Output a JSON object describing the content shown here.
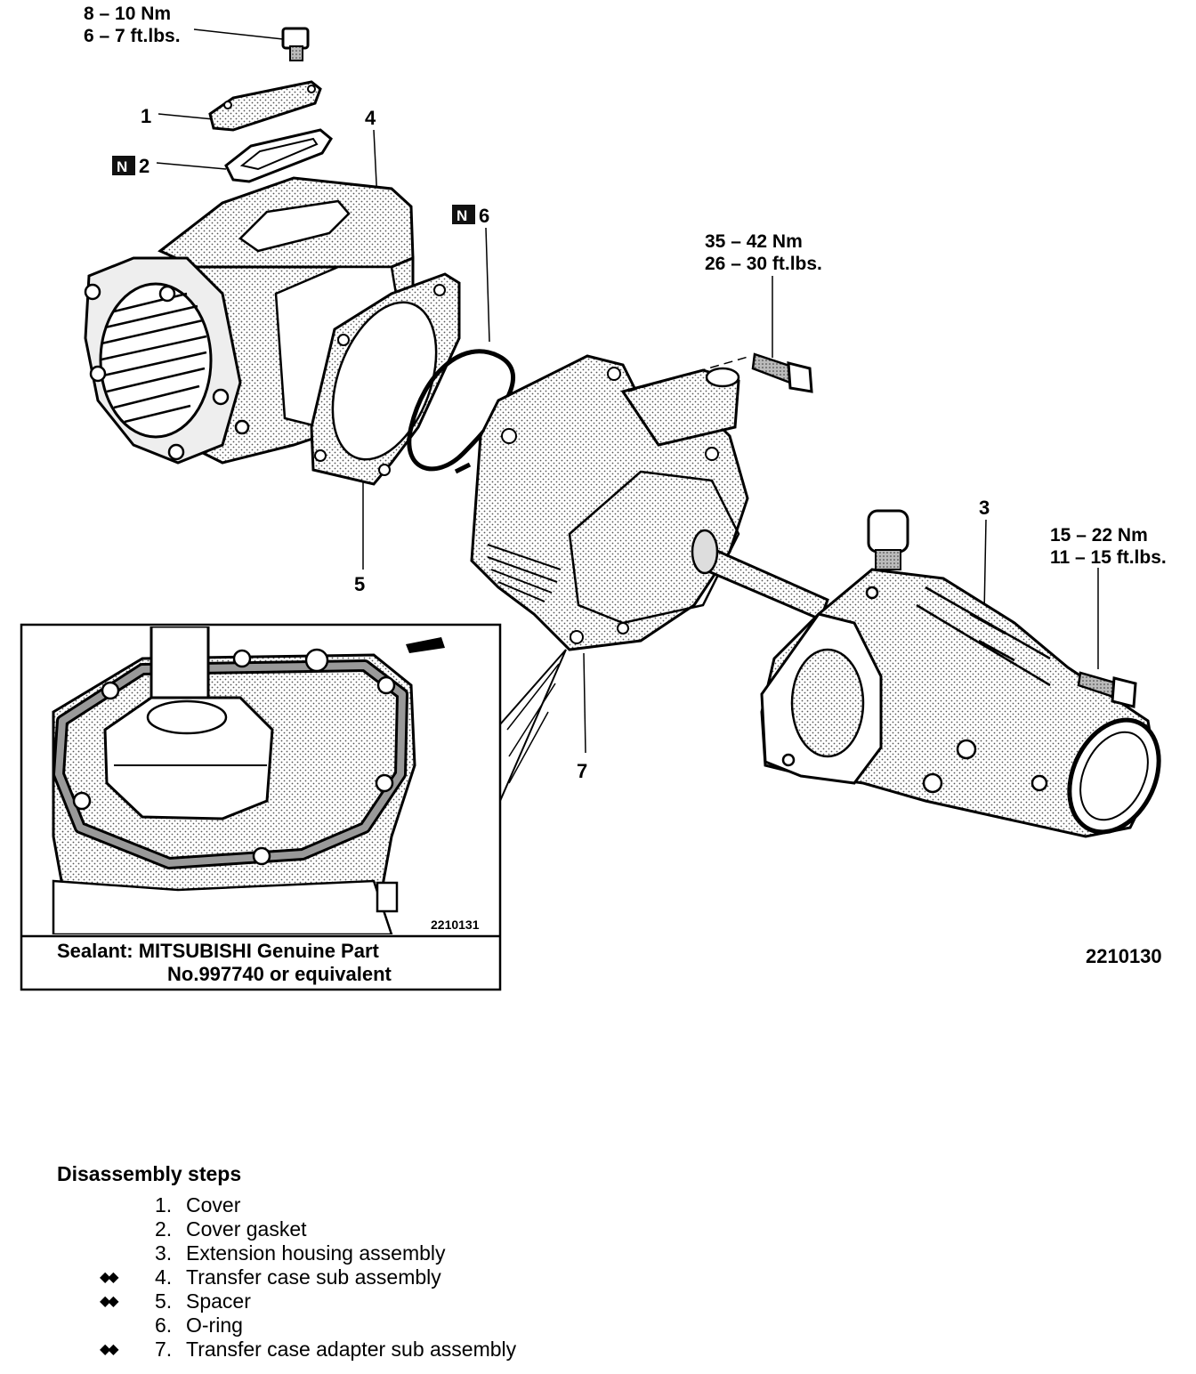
{
  "torque_specs": [
    {
      "nm": "8 – 10 Nm",
      "ftlbs": "6 – 7 ft.lbs."
    },
    {
      "nm": "35 – 42 Nm",
      "ftlbs": "26 – 30 ft.lbs."
    },
    {
      "nm": "15 – 22 Nm",
      "ftlbs": "11 – 15 ft.lbs."
    }
  ],
  "callouts": {
    "c1": "1",
    "c2": "2",
    "c3": "3",
    "c4": "4",
    "c5": "5",
    "c6": "6",
    "c7": "7"
  },
  "badge_letter": "N",
  "inset": {
    "figure_number": "2210131",
    "sealant_line1": "Sealant:  MITSUBISHI  Genuine  Part",
    "sealant_line2": "No.997740  or  equivalent"
  },
  "figure_number": "2210130",
  "steps_title": "Disassembly steps",
  "steps": [
    {
      "num": "1.",
      "text": "Cover",
      "mark": ""
    },
    {
      "num": "2.",
      "text": "Cover gasket",
      "mark": ""
    },
    {
      "num": "3.",
      "text": "Extension housing assembly",
      "mark": ""
    },
    {
      "num": "4.",
      "text": "Transfer case sub assembly",
      "mark": "◆◆"
    },
    {
      "num": "5.",
      "text": "Spacer",
      "mark": "◆◆"
    },
    {
      "num": "6.",
      "text": "O-ring",
      "mark": ""
    },
    {
      "num": "7.",
      "text": "Transfer case adapter sub assembly",
      "mark": "◆◆"
    }
  ]
}
